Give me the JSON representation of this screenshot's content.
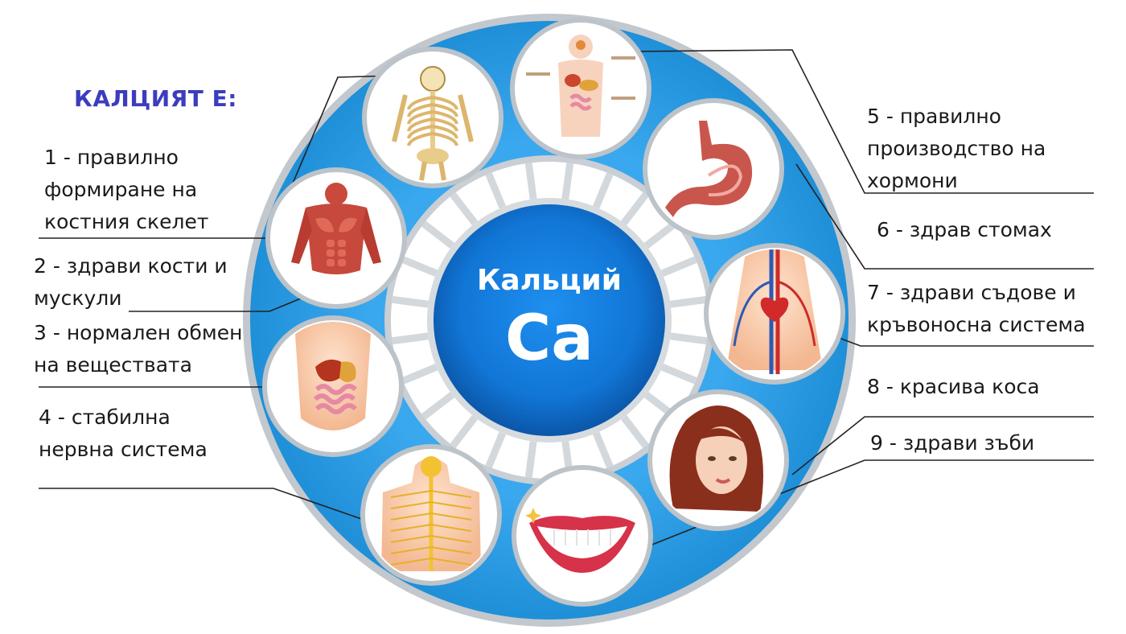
{
  "heading": "КАЛЦИЯТ Е:",
  "center": {
    "name": "Кальций",
    "symbol": "Ca"
  },
  "colors": {
    "ring_blue": "#2c9ce4",
    "ring_border": "#b9c0c6",
    "center_blue": "#1176d6",
    "center_dark": "#0b56a8",
    "heading": "#3c3dbd"
  },
  "items": [
    {
      "number": "1",
      "lines": [
        "1 - правилно",
        "формиране на",
        "костния скелет"
      ],
      "icon": "skeleton-icon"
    },
    {
      "number": "2",
      "lines": [
        "2 - здрави кости и",
        "мускули"
      ],
      "icon": "muscles-icon"
    },
    {
      "number": "3",
      "lines": [
        "3 - нормален обмен",
        "на веществата"
      ],
      "icon": "digestive-organs-icon"
    },
    {
      "number": "4",
      "lines": [
        "4 - стабилна",
        "нервна система"
      ],
      "icon": "nervous-system-icon"
    },
    {
      "number": "5",
      "lines": [
        "5 - правилно",
        "производство на",
        "хормони"
      ],
      "icon": "endocrine-system-icon"
    },
    {
      "number": "6",
      "lines": [
        "6 - здрав стомах"
      ],
      "icon": "stomach-icon"
    },
    {
      "number": "7",
      "lines": [
        "7 - здрави съдове и",
        "кръвоносна система"
      ],
      "icon": "circulatory-system-icon"
    },
    {
      "number": "8",
      "lines": [
        "8 - красива коса"
      ],
      "icon": "woman-hair-icon"
    },
    {
      "number": "9",
      "lines": [
        "9 - здрави зъби"
      ],
      "icon": "smile-teeth-icon"
    }
  ]
}
